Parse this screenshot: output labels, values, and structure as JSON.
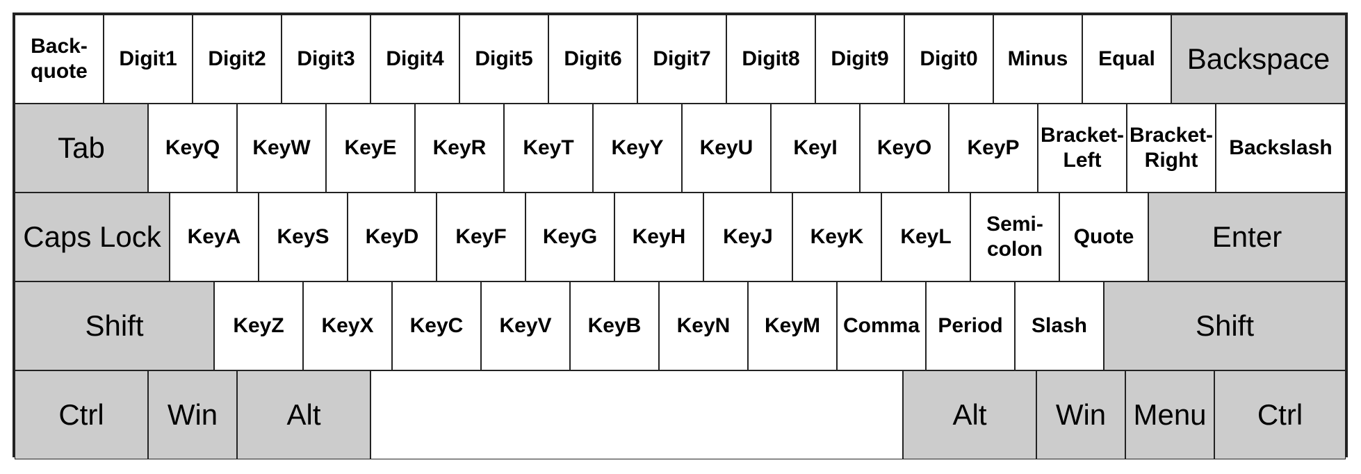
{
  "colors": {
    "character_key": "#ffffff",
    "modifier_key": "#cccccc",
    "border": "#222222"
  },
  "rows": [
    {
      "keys": [
        {
          "lines": [
            "Back-",
            "quote"
          ],
          "kind": "char",
          "w": 1
        },
        {
          "lines": [
            "Digit1"
          ],
          "kind": "char",
          "w": 1
        },
        {
          "lines": [
            "Digit2"
          ],
          "kind": "char",
          "w": 1
        },
        {
          "lines": [
            "Digit3"
          ],
          "kind": "char",
          "w": 1
        },
        {
          "lines": [
            "Digit4"
          ],
          "kind": "char",
          "w": 1
        },
        {
          "lines": [
            "Digit5"
          ],
          "kind": "char",
          "w": 1
        },
        {
          "lines": [
            "Digit6"
          ],
          "kind": "char",
          "w": 1
        },
        {
          "lines": [
            "Digit7"
          ],
          "kind": "char",
          "w": 1
        },
        {
          "lines": [
            "Digit8"
          ],
          "kind": "char",
          "w": 1
        },
        {
          "lines": [
            "Digit9"
          ],
          "kind": "char",
          "w": 1
        },
        {
          "lines": [
            "Digit0"
          ],
          "kind": "char",
          "w": 1
        },
        {
          "lines": [
            "Minus"
          ],
          "kind": "char",
          "w": 1
        },
        {
          "lines": [
            "Equal"
          ],
          "kind": "char",
          "w": 1
        },
        {
          "lines": [
            "Backspace"
          ],
          "kind": "mod",
          "w": 2
        }
      ]
    },
    {
      "keys": [
        {
          "lines": [
            "Tab"
          ],
          "kind": "mod",
          "w": 1.5
        },
        {
          "lines": [
            "KeyQ"
          ],
          "kind": "char",
          "w": 1
        },
        {
          "lines": [
            "KeyW"
          ],
          "kind": "char",
          "w": 1
        },
        {
          "lines": [
            "KeyE"
          ],
          "kind": "char",
          "w": 1
        },
        {
          "lines": [
            "KeyR"
          ],
          "kind": "char",
          "w": 1
        },
        {
          "lines": [
            "KeyT"
          ],
          "kind": "char",
          "w": 1
        },
        {
          "lines": [
            "KeyY"
          ],
          "kind": "char",
          "w": 1
        },
        {
          "lines": [
            "KeyU"
          ],
          "kind": "char",
          "w": 1
        },
        {
          "lines": [
            "KeyI"
          ],
          "kind": "char",
          "w": 1
        },
        {
          "lines": [
            "KeyO"
          ],
          "kind": "char",
          "w": 1
        },
        {
          "lines": [
            "KeyP"
          ],
          "kind": "char",
          "w": 1
        },
        {
          "lines": [
            "Bracket-",
            "Left"
          ],
          "kind": "char",
          "w": 1
        },
        {
          "lines": [
            "Bracket-",
            "Right"
          ],
          "kind": "char",
          "w": 1
        },
        {
          "lines": [
            "Backslash"
          ],
          "kind": "char",
          "w": 1.5
        }
      ]
    },
    {
      "keys": [
        {
          "lines": [
            "Caps Lock"
          ],
          "kind": "mod",
          "w": 1.75
        },
        {
          "lines": [
            "KeyA"
          ],
          "kind": "char",
          "w": 1
        },
        {
          "lines": [
            "KeyS"
          ],
          "kind": "char",
          "w": 1
        },
        {
          "lines": [
            "KeyD"
          ],
          "kind": "char",
          "w": 1
        },
        {
          "lines": [
            "KeyF"
          ],
          "kind": "char",
          "w": 1
        },
        {
          "lines": [
            "KeyG"
          ],
          "kind": "char",
          "w": 1
        },
        {
          "lines": [
            "KeyH"
          ],
          "kind": "char",
          "w": 1
        },
        {
          "lines": [
            "KeyJ"
          ],
          "kind": "char",
          "w": 1
        },
        {
          "lines": [
            "KeyK"
          ],
          "kind": "char",
          "w": 1
        },
        {
          "lines": [
            "KeyL"
          ],
          "kind": "char",
          "w": 1
        },
        {
          "lines": [
            "Semi-",
            "colon"
          ],
          "kind": "char",
          "w": 1
        },
        {
          "lines": [
            "Quote"
          ],
          "kind": "char",
          "w": 1
        },
        {
          "lines": [
            "Enter"
          ],
          "kind": "mod",
          "w": 2.25
        }
      ]
    },
    {
      "keys": [
        {
          "lines": [
            "Shift"
          ],
          "kind": "mod",
          "w": 2.25
        },
        {
          "lines": [
            "KeyZ"
          ],
          "kind": "char",
          "w": 1
        },
        {
          "lines": [
            "KeyX"
          ],
          "kind": "char",
          "w": 1
        },
        {
          "lines": [
            "KeyC"
          ],
          "kind": "char",
          "w": 1
        },
        {
          "lines": [
            "KeyV"
          ],
          "kind": "char",
          "w": 1
        },
        {
          "lines": [
            "KeyB"
          ],
          "kind": "char",
          "w": 1
        },
        {
          "lines": [
            "KeyN"
          ],
          "kind": "char",
          "w": 1
        },
        {
          "lines": [
            "KeyM"
          ],
          "kind": "char",
          "w": 1
        },
        {
          "lines": [
            "Comma"
          ],
          "kind": "char",
          "w": 1
        },
        {
          "lines": [
            "Period"
          ],
          "kind": "char",
          "w": 1
        },
        {
          "lines": [
            "Slash"
          ],
          "kind": "char",
          "w": 1
        },
        {
          "lines": [
            "Shift"
          ],
          "kind": "mod",
          "w": 2.75
        }
      ]
    },
    {
      "keys": [
        {
          "lines": [
            "Ctrl"
          ],
          "kind": "mod",
          "w": 1.5
        },
        {
          "lines": [
            "Win"
          ],
          "kind": "mod",
          "w": 1
        },
        {
          "lines": [
            "Alt"
          ],
          "kind": "mod",
          "w": 1.5
        },
        {
          "lines": [],
          "kind": "space",
          "w": 6
        },
        {
          "lines": [
            "Alt"
          ],
          "kind": "mod",
          "w": 1.5
        },
        {
          "lines": [
            "Win"
          ],
          "kind": "mod",
          "w": 1
        },
        {
          "lines": [
            "Menu"
          ],
          "kind": "mod",
          "w": 1
        },
        {
          "lines": [
            "Ctrl"
          ],
          "kind": "mod",
          "w": 1.5
        }
      ]
    }
  ]
}
